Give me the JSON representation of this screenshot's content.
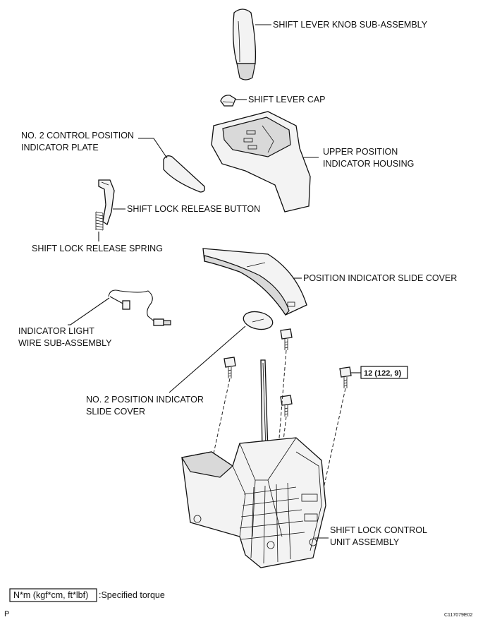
{
  "labels": {
    "knob": "SHIFT LEVER KNOB SUB-ASSEMBLY",
    "cap": "SHIFT LEVER CAP",
    "plate_line1": "NO. 2 CONTROL POSITION",
    "plate_line2": "INDICATOR PLATE",
    "housing_line1": "UPPER POSITION",
    "housing_line2": "INDICATOR HOUSING",
    "button": "SHIFT LOCK RELEASE BUTTON",
    "spring": "SHIFT LOCK RELEASE SPRING",
    "slide_cover": "POSITION INDICATOR SLIDE COVER",
    "wire_line1": "INDICATOR LIGHT",
    "wire_line2": "WIRE SUB-ASSEMBLY",
    "slide2_line1": "NO. 2 POSITION INDICATOR",
    "slide2_line2": "SLIDE COVER",
    "unit_line1": "SHIFT LOCK CONTROL",
    "unit_line2": "UNIT ASSEMBLY"
  },
  "torque": "12 (122, 9)",
  "legend": {
    "box_text": "N*m (kgf*cm, ft*lbf)",
    "desc": ":Specified torque"
  },
  "corner_p": "P",
  "figure_id": "C117079E02"
}
